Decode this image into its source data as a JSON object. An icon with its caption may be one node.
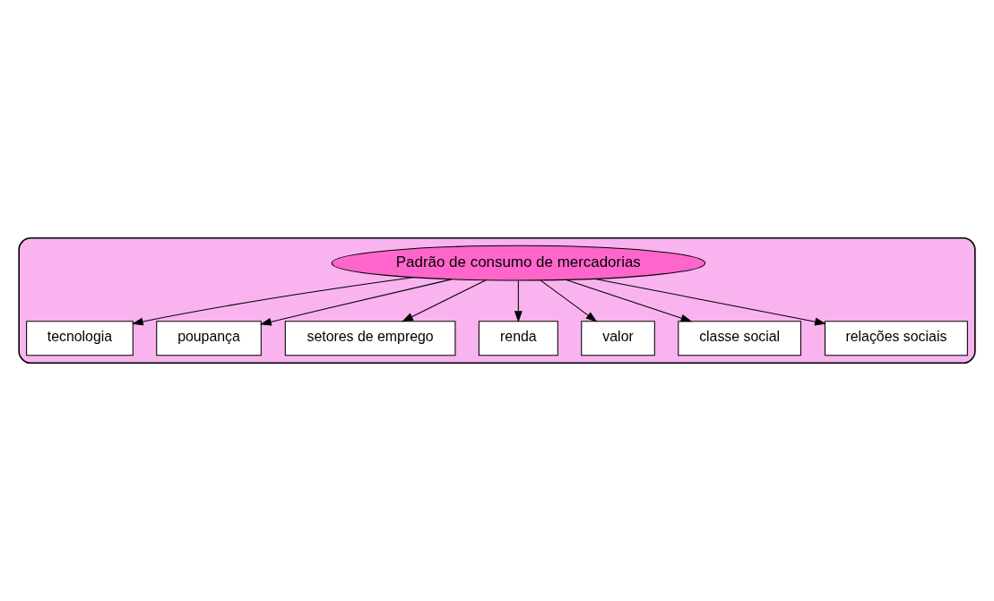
{
  "diagram": {
    "nodes": [
      {
        "text": [],
        "shape": "ellipse"
      },
      {
        "text": [
          "tecnologia"
        ],
        "in": 0
      },
      {
        "text": [
          "poupança"
        ],
        "in": 0
      },
      {
        "text": [
          "setores de emprego"
        ],
        "in": 0
      },
      {
        "text": [
          "Padrão de consumo de mercadorias"
        ],
        "in": 0
      },
      {
        "text": [
          "renda"
        ],
        "in": 0
      },
      {
        "text": [
          "valor"
        ],
        "in": 0
      },
      {
        "text": [
          "classe social"
        ],
        "in": 0
      },
      {
        "text": [
          "relações sociais"
        ],
        "in": 0
      }
    ],
    "edges": [
      {
        "from": 4,
        "to": 1,
        "arrow": "to"
      },
      {
        "from": 4,
        "to": 3,
        "arrow": "to"
      },
      {
        "from": 4,
        "to": 6,
        "arrow": "to"
      },
      {
        "from": 4,
        "to": 8,
        "arrow": "to"
      },
      {
        "from": 4,
        "to": 7,
        "arrow": "to"
      },
      {
        "from": 4,
        "to": 5,
        "arrow": "to"
      },
      {
        "from": 4,
        "to": 2,
        "arrow": "to"
      }
    ]
  }
}
